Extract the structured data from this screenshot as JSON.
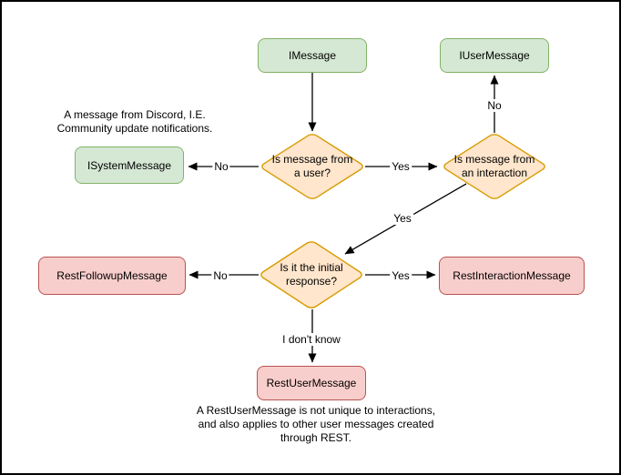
{
  "diagram": {
    "background_color": "#ffffff",
    "border_color": "#000000",
    "colors": {
      "green_fill": "#d5e8d4",
      "green_stroke": "#82b366",
      "orange_fill": "#ffe6cc",
      "orange_stroke": "#d79b00",
      "red_fill": "#f8cecc",
      "red_stroke": "#b85450",
      "edge_color": "#000000",
      "text_color": "#000000"
    },
    "nodes": {
      "imessage": "IMessage",
      "iusermessage": "IUserMessage",
      "isystemmessage": "ISystemMessage",
      "restfollowupmessage": "RestFollowupMessage",
      "restinteractionmessage": "RestInteractionMessage",
      "restusermessage": "RestUserMessage"
    },
    "decisions": {
      "from_user": "Is message from\na user?",
      "from_interaction": "Is message from\nan interaction",
      "initial_response": "Is it the initial\nresponse?"
    },
    "edge_labels": {
      "user_no": "No",
      "user_yes": "Yes",
      "interaction_no": "No",
      "interaction_yes": "Yes",
      "initial_no": "No",
      "initial_yes": "Yes",
      "initial_unknown": "I don't know"
    },
    "notes": {
      "system_message": "A message from Discord, I.E.\nCommunity update notifications.",
      "rest_user_message": "A RestUserMessage is not unique to interactions,\nand also applies to other user messages created\nthrough REST."
    }
  }
}
